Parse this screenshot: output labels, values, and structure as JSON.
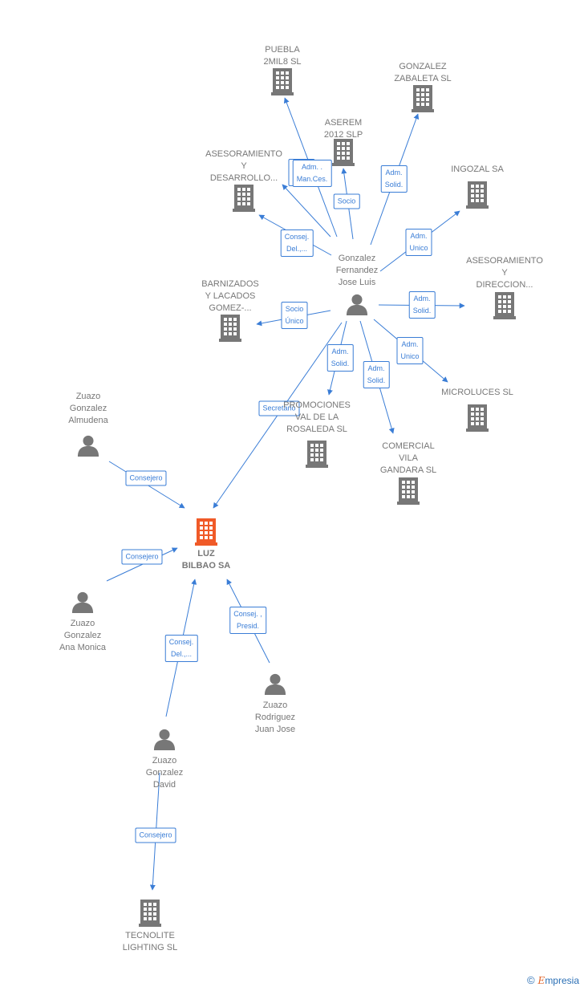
{
  "colors": {
    "node": "#777777",
    "main_node": "#f05a28",
    "edge": "#3a7dd6"
  },
  "nodes": [
    {
      "id": "puebla",
      "label": "PUEBLA\n2MIL8 SL",
      "type": "company"
    },
    {
      "id": "gonzalez_zabaleta",
      "label": "GONZALEZ\nZABALETA SL",
      "type": "company"
    },
    {
      "id": "aserem",
      "label": "ASEREM\n2012 SLP",
      "type": "company"
    },
    {
      "id": "asesoramiento_desarrollo",
      "label": "ASESORAMIENTO\nY\nDESARROLLO...",
      "type": "company"
    },
    {
      "id": "ingozal",
      "label": "INGOZAL SA",
      "type": "company"
    },
    {
      "id": "asesoramiento_direccion",
      "label": "ASESORAMIENTO\nY\nDIRECCION...",
      "type": "company"
    },
    {
      "id": "barnizados",
      "label": "BARNIZADOS\nY LACADOS\nGOMEZ-...",
      "type": "company"
    },
    {
      "id": "gonzalez_fernandez",
      "label": "Gonzalez\nFernandez\nJose Luis",
      "type": "person"
    },
    {
      "id": "microluces",
      "label": "MICROLUCES SL",
      "type": "company"
    },
    {
      "id": "promociones",
      "label": "PROMOCIONES\nVAL DE LA\nROSALEDA SL",
      "type": "company"
    },
    {
      "id": "comercial_vila",
      "label": "COMERCIAL\nVILA\nGANDARA SL",
      "type": "company"
    },
    {
      "id": "almudena",
      "label": "Zuazo\nGonzalez\nAlmudena",
      "type": "person"
    },
    {
      "id": "luz_bilbao",
      "label": "LUZ\nBILBAO SA",
      "type": "main"
    },
    {
      "id": "ana_monica",
      "label": "Zuazo\nGonzalez\nAna Monica",
      "type": "person"
    },
    {
      "id": "juan_jose",
      "label": "Zuazo\nRodriguez\nJuan Jose",
      "type": "person"
    },
    {
      "id": "david",
      "label": "Zuazo\nGonzalez\nDavid",
      "type": "person"
    },
    {
      "id": "tecnolite",
      "label": "TECNOLITE\nLIGHTING SL",
      "type": "company"
    }
  ],
  "edges": [
    {
      "from": "gonzalez_fernandez",
      "to": "puebla",
      "label": "Adm.\nUnico"
    },
    {
      "from": "gonzalez_fernandez",
      "to": "asesoramiento_desarrollo",
      "label": "Adm. .\nMan.Ces."
    },
    {
      "from": "gonzalez_fernandez",
      "to": "aserem",
      "label": "Socio"
    },
    {
      "from": "gonzalez_fernandez",
      "to": "gonzalez_zabaleta",
      "label": "Adm.\nSolid."
    },
    {
      "from": "gonzalez_fernandez",
      "to": "ingozal",
      "label": "Adm.\nUnico"
    },
    {
      "from": "gonzalez_fernandez",
      "to": "asesoramiento_desarrollo",
      "label": "Consej.\nDel.,..."
    },
    {
      "from": "gonzalez_fernandez",
      "to": "asesoramiento_direccion",
      "label": "Adm.\nSolid."
    },
    {
      "from": "gonzalez_fernandez",
      "to": "barnizados",
      "label": "Socio\nÚnico"
    },
    {
      "from": "gonzalez_fernandez",
      "to": "microluces",
      "label": "Adm.\nUnico"
    },
    {
      "from": "gonzalez_fernandez",
      "to": "promociones",
      "label": "Adm.\nSolid."
    },
    {
      "from": "gonzalez_fernandez",
      "to": "comercial_vila",
      "label": "Adm.\nSolid."
    },
    {
      "from": "gonzalez_fernandez",
      "to": "luz_bilbao",
      "label": "Secretario"
    },
    {
      "from": "almudena",
      "to": "luz_bilbao",
      "label": "Consejero"
    },
    {
      "from": "ana_monica",
      "to": "luz_bilbao",
      "label": "Consejero"
    },
    {
      "from": "david",
      "to": "luz_bilbao",
      "label": "Consej.\nDel.,..."
    },
    {
      "from": "juan_jose",
      "to": "luz_bilbao",
      "label": "Consej. ,\nPresid."
    },
    {
      "from": "david",
      "to": "tecnolite",
      "label": "Consejero"
    }
  ],
  "brand": {
    "copyright": "©",
    "text": "mpresia",
    "initial": "E"
  }
}
